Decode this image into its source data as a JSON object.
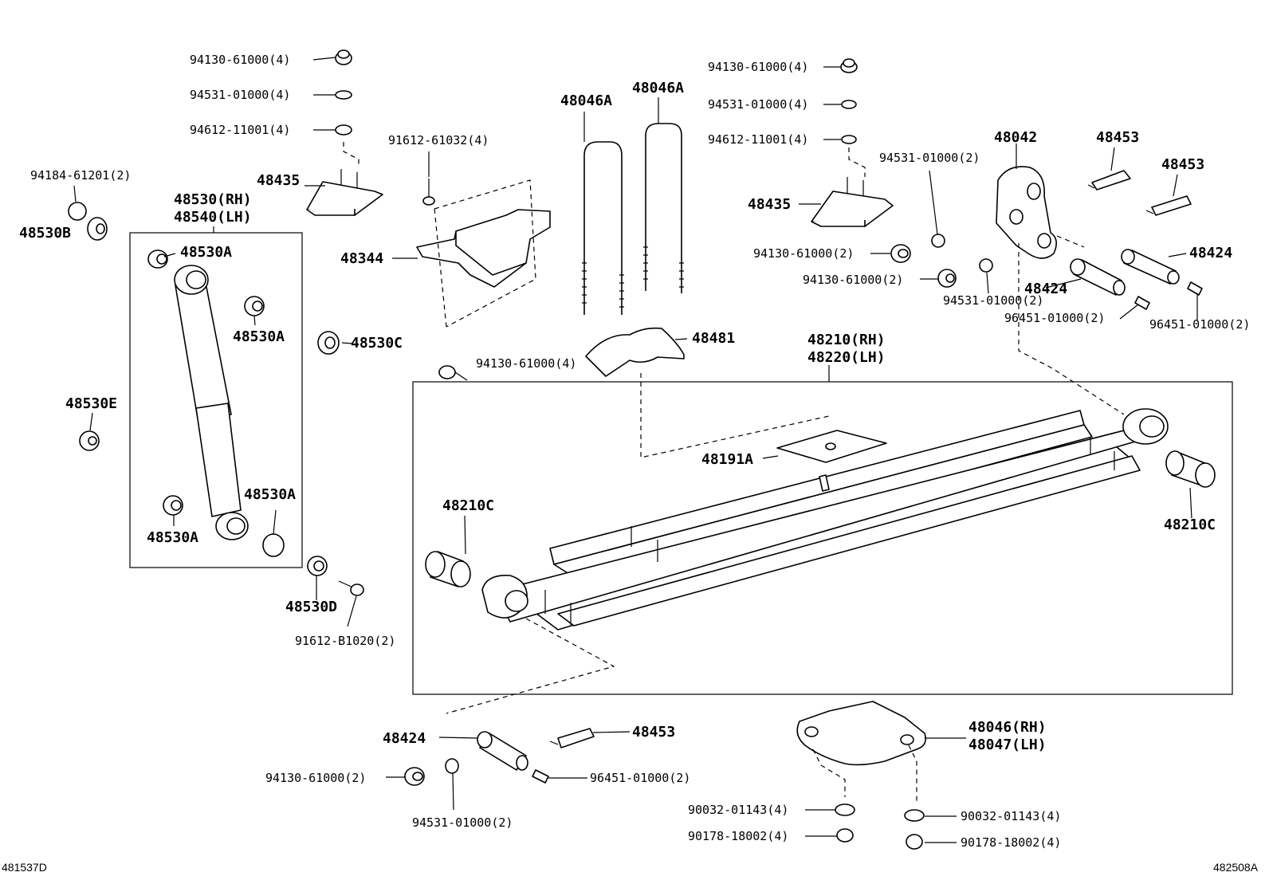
{
  "labels": {
    "l01": "94130-61000(4)",
    "l02": "94531-01000(4)",
    "l03": "94612-11001(4)",
    "l04": "94184-61201(2)",
    "l05": "48530B",
    "l06": "48530(RH)",
    "l07": "48540(LH)",
    "l08": "48530A",
    "l09": "48530A",
    "l10": "48530E",
    "l11": "48530A",
    "l12": "48530A",
    "l13": "48435",
    "l14": "48530C",
    "l15": "48530D",
    "l16": "91612-B1020(2)",
    "l17": "91612-61032(4)",
    "l18": "48344",
    "l19": "94130-61000(4)",
    "l20": "48046A",
    "l21": "48046A",
    "l22": "48481",
    "l23": "94130-61000(4)",
    "l24": "94531-01000(4)",
    "l25": "94612-11001(4)",
    "l26": "48435",
    "l27": "94531-01000(2)",
    "l28": "94130-61000(2)",
    "l29": "94130-61000(2)",
    "l30": "94531-01000(2)",
    "l31": "48042",
    "l32": "48453",
    "l33": "48453",
    "l34": "48424",
    "l35": "48424",
    "l36": "96451-01000(2)",
    "l37": "96451-01000(2)",
    "l38": "48210(RH)",
    "l39": "48220(LH)",
    "l40": "48191A",
    "l41": "48210C",
    "l42": "48210C",
    "l43": "48424",
    "l44": "48453",
    "l45": "94130-61000(2)",
    "l46": "96451-01000(2)",
    "l47": "94531-01000(2)",
    "l48": "48046(RH)",
    "l49": "48047(LH)",
    "l50": "90032-01143(4)",
    "l51": "90032-01143(4)",
    "l52": "90178-18002(4)",
    "l53": "90178-18002(4)"
  },
  "footer": {
    "left_code": "481537D",
    "right_code": "482508A"
  }
}
